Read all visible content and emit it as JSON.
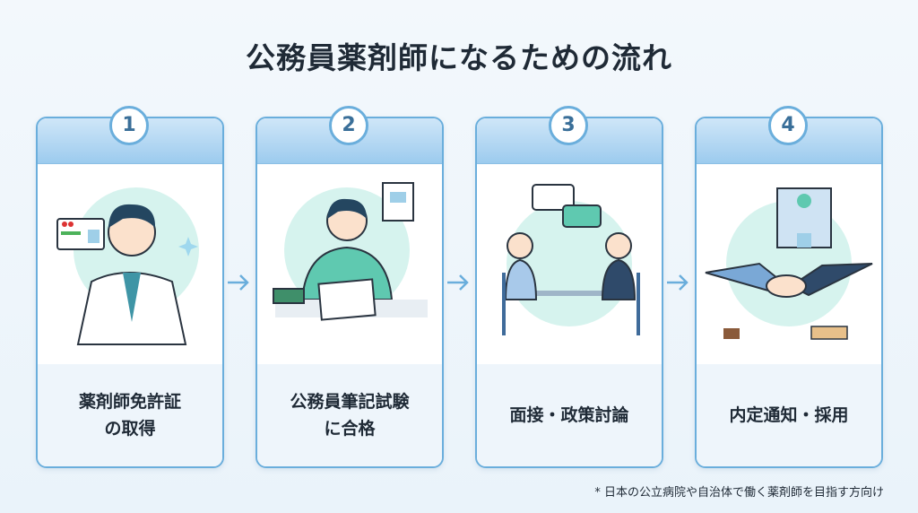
{
  "title": "公務員薬剤師になるための流れ",
  "steps": [
    {
      "number": "1",
      "label_line1": "薬剤師免許証",
      "label_line2": "の取得",
      "icon": "pharmacist-with-license-icon"
    },
    {
      "number": "2",
      "label_line1": "公務員筆記試験",
      "label_line2": "に合格",
      "icon": "written-exam-icon"
    },
    {
      "number": "3",
      "label_line1": "面接・政策討論",
      "label_line2": "",
      "icon": "interview-icon"
    },
    {
      "number": "4",
      "label_line1": "内定通知・採用",
      "label_line2": "",
      "icon": "handshake-hospital-icon"
    }
  ],
  "footnote": "* 日本の公立病院や自治体で働く薬剤師を目指す方向け",
  "colors": {
    "accent": "#6aaedc",
    "text": "#1f2a36",
    "mint": "#d6f3ee"
  }
}
